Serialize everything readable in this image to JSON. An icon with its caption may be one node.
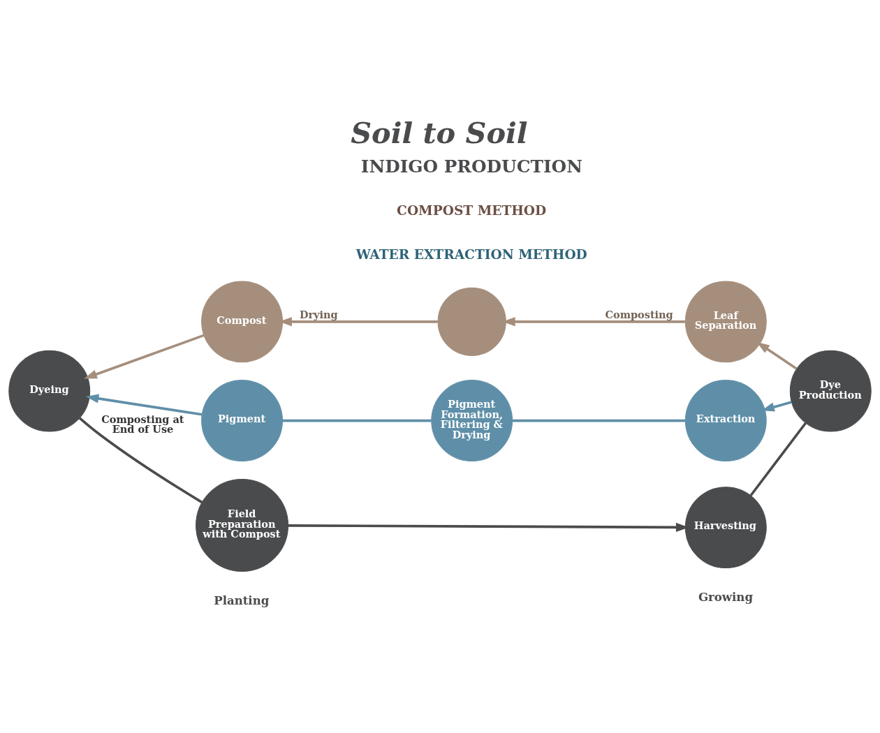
{
  "diagram": {
    "title": "Soil to Soil",
    "nodes": [
      {
        "text": [],
        "shape": "circle"
      },
      {
        "text": [
          "Compost"
        ]
      },
      {
        "text": [
          "Leaf Separation"
        ]
      },
      {
        "text": [
          "Pigment Formation, Filtering & Drying"
        ]
      },
      {
        "text": [
          "Pigment"
        ]
      },
      {
        "text": [
          "Extraction"
        ]
      },
      {
        "text": [
          "Dyeing"
        ]
      },
      {
        "text": [
          "Dye Production"
        ]
      },
      {
        "text": [
          "Field Preparation with Compost"
        ]
      },
      {
        "text": [
          "Harvesting"
        ]
      }
    ],
    "edges": [
      {
        "from": 7,
        "to": 2,
        "arrow": "to",
        "color": "#a58e7c"
      },
      {
        "from": 2,
        "to": 0,
        "arrow": "to",
        "label": "Composting",
        "color": "#a58e7c"
      },
      {
        "from": 0,
        "to": 1,
        "arrow": "to",
        "label": "Drying",
        "color": "#a58e7c"
      },
      {
        "from": 1,
        "to": 6,
        "arrow": "to",
        "color": "#a58e7c"
      },
      {
        "from": 7,
        "to": 5,
        "arrow": "to",
        "color": "#5f8fa8"
      },
      {
        "from": 5,
        "to": 3,
        "arrow": "none",
        "color": "#5f8fa8"
      },
      {
        "from": 3,
        "to": 4,
        "arrow": "none",
        "color": "#5f8fa8"
      },
      {
        "from": 4,
        "to": 6,
        "arrow": "to",
        "color": "#5f8fa8"
      },
      {
        "from": 6,
        "to": 8,
        "arrow": "none",
        "label": "Composting at End of Use",
        "color": "#4a4b4d"
      },
      {
        "from": 8,
        "to": 9,
        "arrow": "to",
        "color": "#4a4b4d"
      },
      {
        "from": 9,
        "to": 7,
        "arrow": "none",
        "color": "#4a4b4d"
      }
    ],
    "labels": [
      "COMPOST METHOD",
      "WATER EXTRACTION METHOD",
      "INDIGO PRODUCTION",
      "Planting",
      "Growing"
    ]
  }
}
